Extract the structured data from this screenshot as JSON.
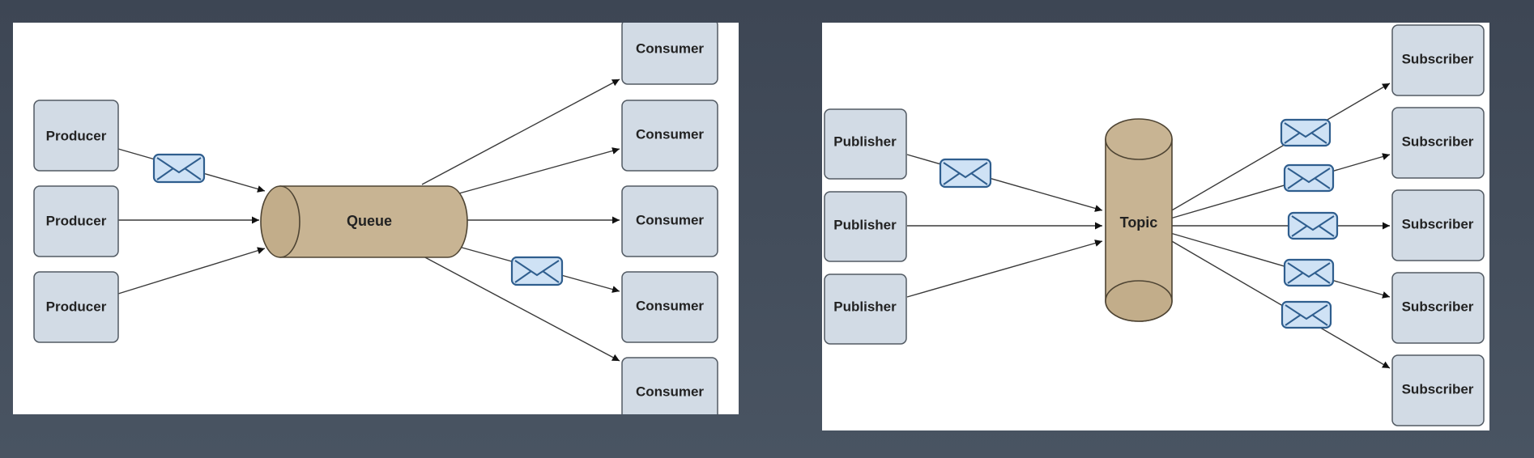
{
  "colors": {
    "background": "#434d5b",
    "panel": "#ffffff",
    "node_fill": "#d2dbe5",
    "channel_fill": "#c8b493",
    "message_fill": "#cfe2f5",
    "message_stroke": "#2f5e8e"
  },
  "queue_diagram": {
    "channel_label": "Queue",
    "producers": [
      "Producer",
      "Producer",
      "Producer"
    ],
    "consumers": [
      "Consumer",
      "Consumer",
      "Consumer",
      "Consumer",
      "Consumer"
    ]
  },
  "topic_diagram": {
    "channel_label": "Topic",
    "publishers": [
      "Publisher",
      "Publisher",
      "Publisher"
    ],
    "subscribers": [
      "Subscriber",
      "Subscriber",
      "Subscriber",
      "Subscriber",
      "Subscriber"
    ]
  },
  "icons": {
    "message": "envelope-icon"
  }
}
